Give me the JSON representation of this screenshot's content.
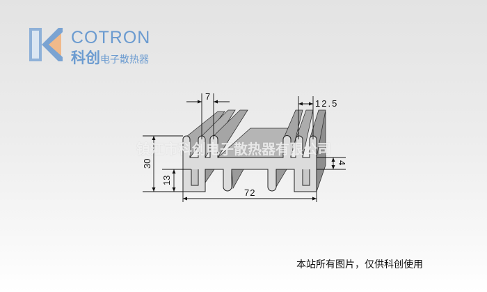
{
  "logo": {
    "brand": "COTRON",
    "cn_big": "科创",
    "cn_small": "电子散热器"
  },
  "dimensions": {
    "fin_gap": "7",
    "fin_pitch": "12.5",
    "height": "30",
    "base_height": "13",
    "plate_thickness": "4",
    "width": "72"
  },
  "watermark": "镇江市科创电子散热器有限公司",
  "caption": "本站所有图片，仅供科创使用",
  "colors": {
    "brand_blue": "#6b9bd0",
    "brand_orange": "#f0b98a"
  }
}
